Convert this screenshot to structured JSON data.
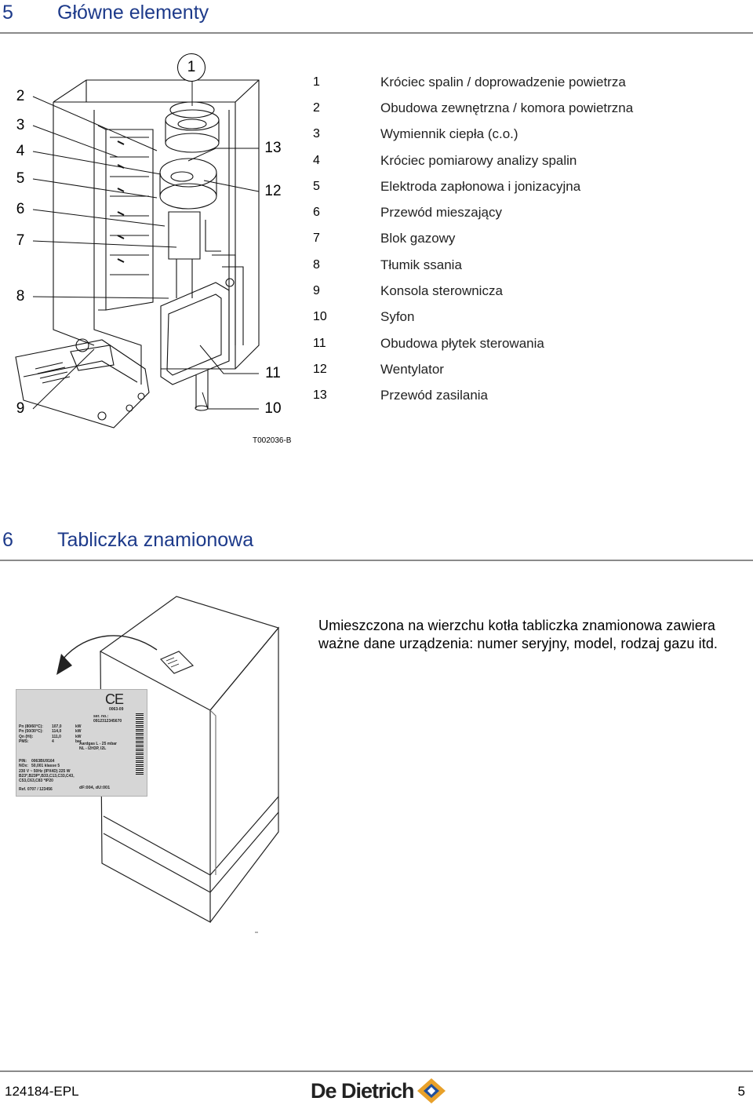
{
  "section5": {
    "number": "5",
    "title": "Główne elementy"
  },
  "figure1": {
    "code": "T002036-B",
    "callouts_left": [
      "2",
      "3",
      "4",
      "5",
      "6",
      "7",
      "8",
      "9"
    ],
    "callout_top": "1",
    "callouts_right": [
      "13",
      "12",
      "11",
      "10"
    ]
  },
  "legend": [
    {
      "num": "1",
      "text": "Króciec spalin / doprowadzenie powietrza"
    },
    {
      "num": "2",
      "text": "Obudowa zewnętrzna / komora powietrzna"
    },
    {
      "num": "3",
      "text": "Wymiennik ciepła (c.o.)"
    },
    {
      "num": "4",
      "text": "Króciec pomiarowy analizy spalin"
    },
    {
      "num": "5",
      "text": "Elektroda zapłonowa i jonizacyjna"
    },
    {
      "num": "6",
      "text": "Przewód mieszający"
    },
    {
      "num": "7",
      "text": "Blok gazowy"
    },
    {
      "num": "8",
      "text": "Tłumik ssania"
    },
    {
      "num": "9",
      "text": "Konsola sterownicza"
    },
    {
      "num": "10",
      "text": "Syfon"
    },
    {
      "num": "11",
      "text": "Obudowa płytek sterowania"
    },
    {
      "num": "12",
      "text": "Wentylator"
    },
    {
      "num": "13",
      "text": "Przewód zasilania"
    }
  ],
  "section6": {
    "number": "6",
    "title": "Tabliczka znamionowa",
    "description": "Umieszczona na wierzchu kotła tabliczka znamionowa zawiera ważne dane urządzenia: numer seryjny, model, rodzaj gazu itd."
  },
  "plate": {
    "ce_mark": "CE",
    "cert": "0063-09",
    "serial_label": "ser. no.:",
    "serial_value": "0912312345670",
    "rows": [
      {
        "k": "Pn (80/60°C):",
        "v": "107,0",
        "u": "kW"
      },
      {
        "k": "Pn (50/30°C):",
        "v": "114,0",
        "u": "kW"
      },
      {
        "k": "Qn (Hi):",
        "v": "111,0",
        "u": "kW"
      },
      {
        "k": "PMS:",
        "v": "4",
        "u": "bar"
      }
    ],
    "gas_line1": "Aardgas L - 25 mbar",
    "gas_line2": "NL  -  I2H3P, I2L",
    "rows2": [
      {
        "k": "PIN:",
        "v": "0063BU9164"
      },
      {
        "k": "NOx:",
        "v": "50,001           klasse 5"
      }
    ],
    "power": "230 V ~ 50Hz  (IPX4D) 225 W",
    "types1": "B23*,B23P*,B33,C13,C33,C43,",
    "types2": "C53,C63,C83 *IP20",
    "ref": "Ref. 0707 / 123456",
    "df": "dF:004, dU:001"
  },
  "footer": {
    "doc_code": "124184-EPL",
    "brand": "De Dietrich",
    "page": "5"
  },
  "colors": {
    "heading": "#1d3a8a",
    "rule": "#8a8a8a",
    "brand_orange": "#e8a12a",
    "brand_blue": "#1f4f9c"
  }
}
